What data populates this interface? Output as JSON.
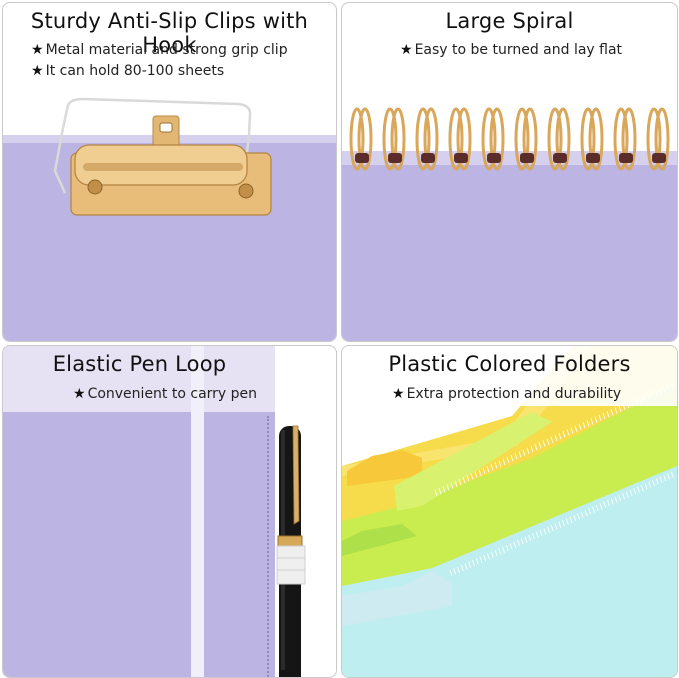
{
  "panels": {
    "clip": {
      "title": "Sturdy Anti-Slip Clips with Hook",
      "bullets": [
        "Metal material and strong grip clip",
        "It can hold 80-100 sheets"
      ]
    },
    "spiral": {
      "title": "Large Spiral",
      "bullets": [
        "Easy to be turned and lay flat"
      ]
    },
    "pen": {
      "title": "Elastic Pen Loop",
      "bullets": [
        "Convenient to carry pen"
      ]
    },
    "folders": {
      "title": "Plastic Colored Folders",
      "bullets": [
        "Extra protection and durability"
      ]
    }
  },
  "icons": {
    "bullet": "star-icon"
  },
  "colors": {
    "cover_lavender": "#bcb5e4",
    "cover_lavender_light": "#e4e0f4",
    "gold": "#d9a65a",
    "folder_yellow": "#f6dc4a",
    "folder_lime": "#c9ec4f",
    "folder_aqua": "#bfeef0"
  }
}
